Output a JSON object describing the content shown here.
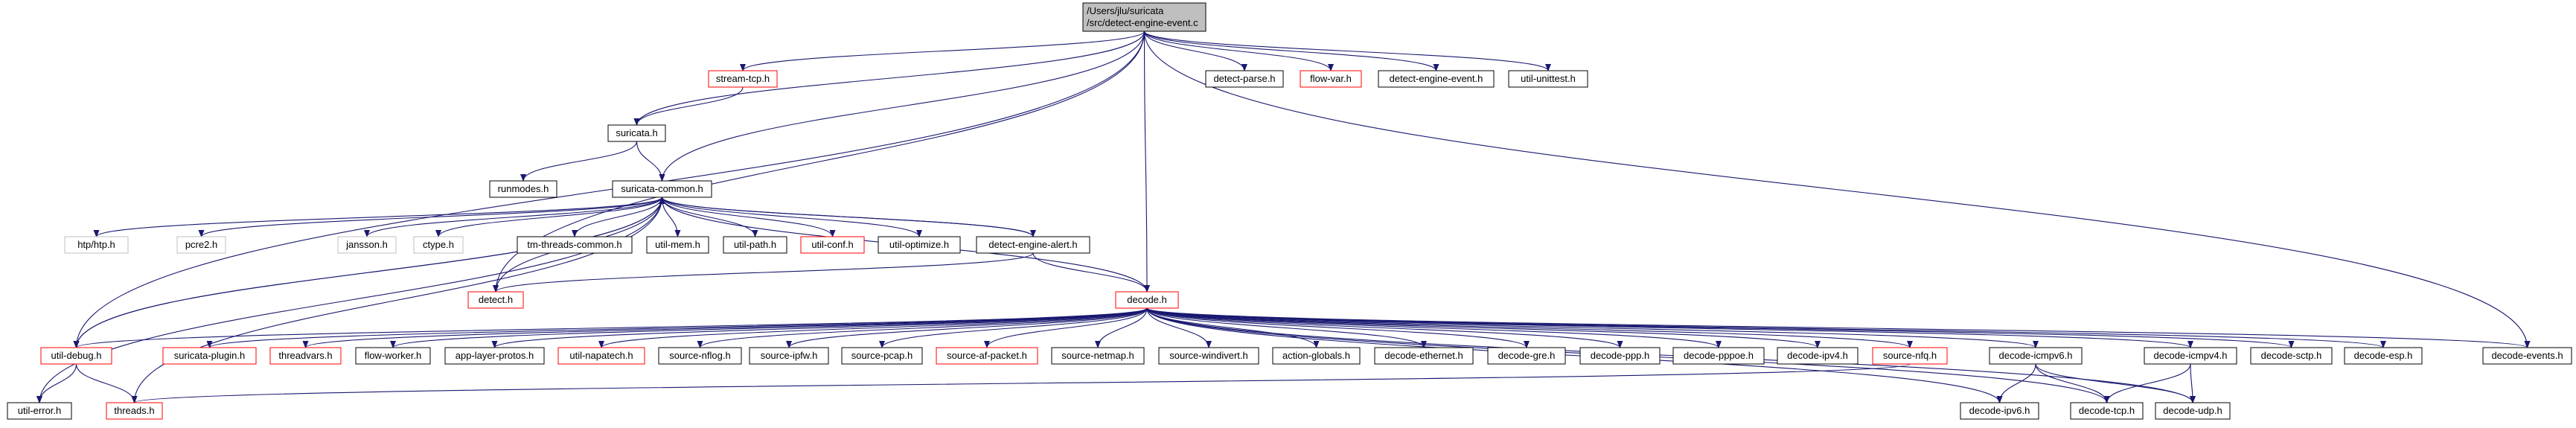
{
  "diagram": {
    "colors": {
      "edge": "#191970",
      "root_fill": "#bfbfbf",
      "node_border": "#000000",
      "missing_border": "#ff0000",
      "system_border": "#bfbfbf",
      "text": "#000000"
    },
    "root": {
      "line1": "/Users/jlu/suricata",
      "line2": "/src/detect-engine-event.c"
    },
    "nodes": {
      "suricata_h": "suricata.h",
      "stream_tcp_h": "stream-tcp.h",
      "runmodes_h": "runmodes.h",
      "suricata_common_h": "suricata-common.h",
      "detect_parse_h": "detect-parse.h",
      "flow_var_h": "flow-var.h",
      "detect_engine_event_h": "detect-engine-event.h",
      "util_unittest_h": "util-unittest.h",
      "htp_htp_h": "htp/htp.h",
      "pcre2_h": "pcre2.h",
      "jansson_h": "jansson.h",
      "ctype_h": "ctype.h",
      "tm_threads_common_h": "tm-threads-common.h",
      "util_mem_h": "util-mem.h",
      "util_path_h": "util-path.h",
      "util_conf_h": "util-conf.h",
      "util_optimize_h": "util-optimize.h",
      "detect_engine_alert_h": "detect-engine-alert.h",
      "detect_h": "detect.h",
      "decode_h": "decode.h",
      "util_debug_h": "util-debug.h",
      "suricata_plugin_h": "suricata-plugin.h",
      "threadvars_h": "threadvars.h",
      "flow_worker_h": "flow-worker.h",
      "app_layer_protos_h": "app-layer-protos.h",
      "util_napatech_h": "util-napatech.h",
      "source_nflog_h": "source-nflog.h",
      "source_ipfw_h": "source-ipfw.h",
      "source_pcap_h": "source-pcap.h",
      "source_af_packet_h": "source-af-packet.h",
      "source_netmap_h": "source-netmap.h",
      "source_windivert_h": "source-windivert.h",
      "action_globals_h": "action-globals.h",
      "decode_ethernet_h": "decode-ethernet.h",
      "decode_gre_h": "decode-gre.h",
      "decode_ppp_h": "decode-ppp.h",
      "decode_pppoe_h": "decode-pppoe.h",
      "decode_ipv4_h": "decode-ipv4.h",
      "source_nfq_h": "source-nfq.h",
      "decode_icmpv6_h": "decode-icmpv6.h",
      "decode_icmpv4_h": "decode-icmpv4.h",
      "decode_sctp_h": "decode-sctp.h",
      "decode_esp_h": "decode-esp.h",
      "decode_events_h": "decode-events.h",
      "util_error_h": "util-error.h",
      "threads_h": "threads.h",
      "decode_ipv6_h": "decode-ipv6.h",
      "decode_tcp_h": "decode-tcp.h",
      "decode_udp_h": "decode-udp.h"
    },
    "edges": [
      [
        "root",
        "stream_tcp_h"
      ],
      [
        "root",
        "suricata_h"
      ],
      [
        "root",
        "suricata_common_h"
      ],
      [
        "root",
        "detect_parse_h"
      ],
      [
        "root",
        "flow_var_h"
      ],
      [
        "root",
        "detect_engine_event_h"
      ],
      [
        "root",
        "util_unittest_h"
      ],
      [
        "root",
        "detect_h"
      ],
      [
        "root",
        "decode_h"
      ],
      [
        "root",
        "util_debug_h"
      ],
      [
        "root",
        "decode_events_h"
      ],
      [
        "stream_tcp_h",
        "suricata_h"
      ],
      [
        "suricata_h",
        "runmodes_h"
      ],
      [
        "suricata_h",
        "suricata_common_h"
      ],
      [
        "suricata_common_h",
        "htp_htp_h"
      ],
      [
        "suricata_common_h",
        "pcre2_h"
      ],
      [
        "suricata_common_h",
        "jansson_h"
      ],
      [
        "suricata_common_h",
        "ctype_h"
      ],
      [
        "suricata_common_h",
        "tm_threads_common_h"
      ],
      [
        "suricata_common_h",
        "util_mem_h"
      ],
      [
        "suricata_common_h",
        "util_path_h"
      ],
      [
        "suricata_common_h",
        "util_conf_h"
      ],
      [
        "suricata_common_h",
        "util_optimize_h"
      ],
      [
        "suricata_common_h",
        "detect_engine_alert_h"
      ],
      [
        "suricata_common_h",
        "util_debug_h"
      ],
      [
        "suricata_common_h",
        "util_error_h"
      ],
      [
        "suricata_common_h",
        "threads_h"
      ],
      [
        "detect_engine_alert_h",
        "suricata_common_h"
      ],
      [
        "detect_engine_alert_h",
        "detect_h"
      ],
      [
        "detect_engine_alert_h",
        "decode_h"
      ],
      [
        "detect_h",
        "suricata_common_h"
      ],
      [
        "util_debug_h",
        "suricata_common_h"
      ],
      [
        "decode_h",
        "suricata_common_h"
      ],
      [
        "decode_h",
        "util_debug_h"
      ],
      [
        "decode_h",
        "suricata_plugin_h"
      ],
      [
        "decode_h",
        "threadvars_h"
      ],
      [
        "decode_h",
        "flow_worker_h"
      ],
      [
        "decode_h",
        "app_layer_protos_h"
      ],
      [
        "decode_h",
        "util_napatech_h"
      ],
      [
        "decode_h",
        "source_nflog_h"
      ],
      [
        "decode_h",
        "source_ipfw_h"
      ],
      [
        "decode_h",
        "source_pcap_h"
      ],
      [
        "decode_h",
        "source_af_packet_h"
      ],
      [
        "decode_h",
        "source_netmap_h"
      ],
      [
        "decode_h",
        "source_windivert_h"
      ],
      [
        "decode_h",
        "action_globals_h"
      ],
      [
        "decode_h",
        "decode_ethernet_h"
      ],
      [
        "decode_h",
        "decode_gre_h"
      ],
      [
        "decode_h",
        "decode_ppp_h"
      ],
      [
        "decode_h",
        "decode_pppoe_h"
      ],
      [
        "decode_h",
        "decode_ipv4_h"
      ],
      [
        "decode_h",
        "source_nfq_h"
      ],
      [
        "decode_h",
        "decode_icmpv6_h"
      ],
      [
        "decode_h",
        "decode_icmpv4_h"
      ],
      [
        "decode_h",
        "decode_sctp_h"
      ],
      [
        "decode_h",
        "decode_esp_h"
      ],
      [
        "decode_h",
        "decode_events_h"
      ],
      [
        "decode_h",
        "decode_ipv6_h"
      ],
      [
        "decode_h",
        "decode_tcp_h"
      ],
      [
        "decode_h",
        "decode_udp_h"
      ],
      [
        "util_debug_h",
        "util_error_h"
      ],
      [
        "util_debug_h",
        "threads_h"
      ],
      [
        "source_nfq_h",
        "threads_h"
      ],
      [
        "decode_icmpv6_h",
        "decode_ipv6_h"
      ],
      [
        "decode_icmpv6_h",
        "decode_tcp_h"
      ],
      [
        "decode_icmpv6_h",
        "decode_udp_h"
      ],
      [
        "decode_icmpv4_h",
        "decode_tcp_h"
      ],
      [
        "decode_icmpv4_h",
        "decode_udp_h"
      ]
    ]
  }
}
